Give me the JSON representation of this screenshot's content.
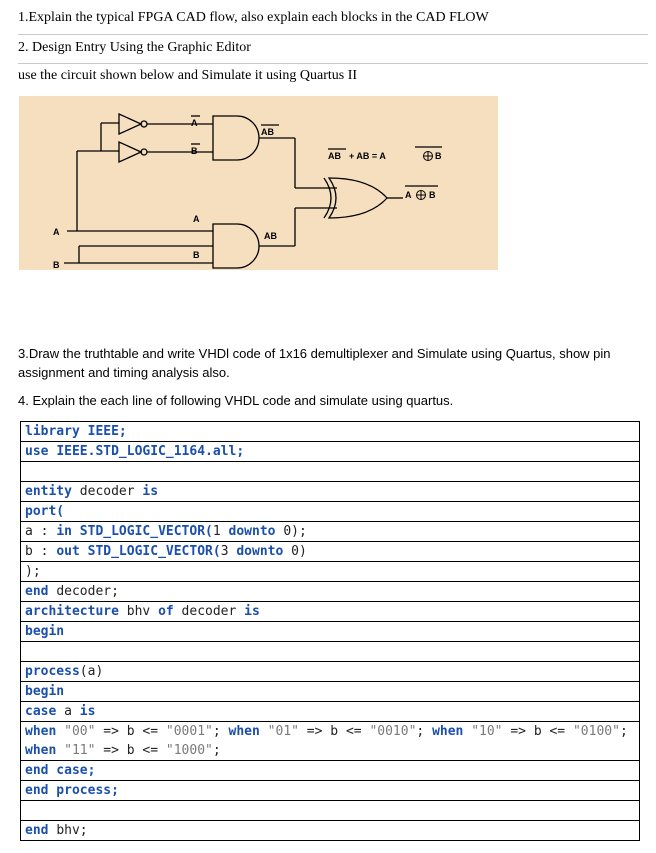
{
  "questions": {
    "q1": "1.Explain the typical FPGA CAD flow, also explain each blocks in the CAD FLOW",
    "q2": "2. Design Entry Using the Graphic Editor",
    "q2_sub": "use the  circuit shown below and Simulate it using Quartus II",
    "q3": "3.Draw the truthtable  and write VHDl code of 1x16 demultiplexer and Simulate using Quartus, show pin assignment and timing analysis also.",
    "q4": "4.  Explain the each line of following VHDL code and  simulate using quartus."
  },
  "diagram": {
    "label_a_not": "A",
    "label_b_not": "B",
    "label_a": "A",
    "label_b": "B",
    "input_a": "A",
    "input_b": "B",
    "gate1_out": "AB",
    "gate2_out": "AB",
    "equation_left": "AB",
    "equation_mid": "+ AB = A",
    "equation_right": "B",
    "xor_out_a": "A",
    "xor_out_b": "B",
    "background": "#f6dfbf"
  },
  "code": {
    "lines": [
      [
        {
          "t": "library IEEE;",
          "c": "kw"
        }
      ],
      [
        {
          "t": "use ",
          "c": "kw"
        },
        {
          "t": "IEEE.STD_LOGIC_1164.",
          "c": "kw"
        },
        {
          "t": "all",
          "c": "kw"
        },
        {
          "t": ";",
          "c": "kw"
        }
      ],
      [],
      [
        {
          "t": "entity ",
          "c": "kw"
        },
        {
          "t": "decoder ",
          "c": ""
        },
        {
          "t": "is",
          "c": "kw"
        }
      ],
      [
        {
          "t": "port(",
          "c": "kw"
        }
      ],
      [
        {
          "t": "a : ",
          "c": ""
        },
        {
          "t": "in ",
          "c": "kw"
        },
        {
          "t": "STD_LOGIC_VECTOR(",
          "c": "kw"
        },
        {
          "t": "1 ",
          "c": ""
        },
        {
          "t": "downto ",
          "c": "kw"
        },
        {
          "t": "0);",
          "c": ""
        }
      ],
      [
        {
          "t": "b : ",
          "c": ""
        },
        {
          "t": "out ",
          "c": "kw"
        },
        {
          "t": "STD_LOGIC_VECTOR(",
          "c": "kw"
        },
        {
          "t": "3 ",
          "c": ""
        },
        {
          "t": "downto ",
          "c": "kw"
        },
        {
          "t": "0)",
          "c": ""
        }
      ],
      [
        {
          "t": ");",
          "c": ""
        }
      ],
      [
        {
          "t": "end ",
          "c": "kw"
        },
        {
          "t": "decoder;",
          "c": ""
        }
      ],
      [
        {
          "t": "architecture ",
          "c": "kw"
        },
        {
          "t": "bhv ",
          "c": ""
        },
        {
          "t": "of ",
          "c": "kw"
        },
        {
          "t": "decoder ",
          "c": ""
        },
        {
          "t": "is",
          "c": "kw"
        }
      ],
      [
        {
          "t": "begin",
          "c": "kw"
        }
      ],
      [],
      [
        {
          "t": "process",
          "c": "kw"
        },
        {
          "t": "(a)",
          "c": ""
        }
      ],
      [
        {
          "t": "begin",
          "c": "kw"
        }
      ],
      [
        {
          "t": "case ",
          "c": "kw"
        },
        {
          "t": "a ",
          "c": ""
        },
        {
          "t": "is",
          "c": "kw"
        }
      ],
      [
        {
          "t": "when ",
          "c": "kw"
        },
        {
          "t": "\"00\"",
          "c": "str"
        },
        {
          "t": " => b <= ",
          "c": ""
        },
        {
          "t": "\"0001\"",
          "c": "str"
        },
        {
          "t": "; ",
          "c": ""
        },
        {
          "t": "when ",
          "c": "kw"
        },
        {
          "t": "\"01\"",
          "c": "str"
        },
        {
          "t": " => b <= ",
          "c": ""
        },
        {
          "t": "\"0010\"",
          "c": "str"
        },
        {
          "t": "; ",
          "c": ""
        },
        {
          "t": "when ",
          "c": "kw"
        },
        {
          "t": "\"10\"",
          "c": "str"
        },
        {
          "t": " => b <= ",
          "c": ""
        },
        {
          "t": "\"0100\"",
          "c": "str"
        },
        {
          "t": "; ",
          "c": ""
        },
        {
          "t": "when ",
          "c": "kw"
        },
        {
          "t": "\"11\"",
          "c": "str"
        },
        {
          "t": " => b <= ",
          "c": ""
        },
        {
          "t": "\"1000\"",
          "c": "str"
        },
        {
          "t": ";",
          "c": ""
        }
      ],
      [
        {
          "t": "end case;",
          "c": "kw"
        }
      ],
      [
        {
          "t": "end process;",
          "c": "kw"
        }
      ],
      [],
      [
        {
          "t": "end ",
          "c": "kw"
        },
        {
          "t": "bhv;",
          "c": ""
        }
      ]
    ]
  }
}
